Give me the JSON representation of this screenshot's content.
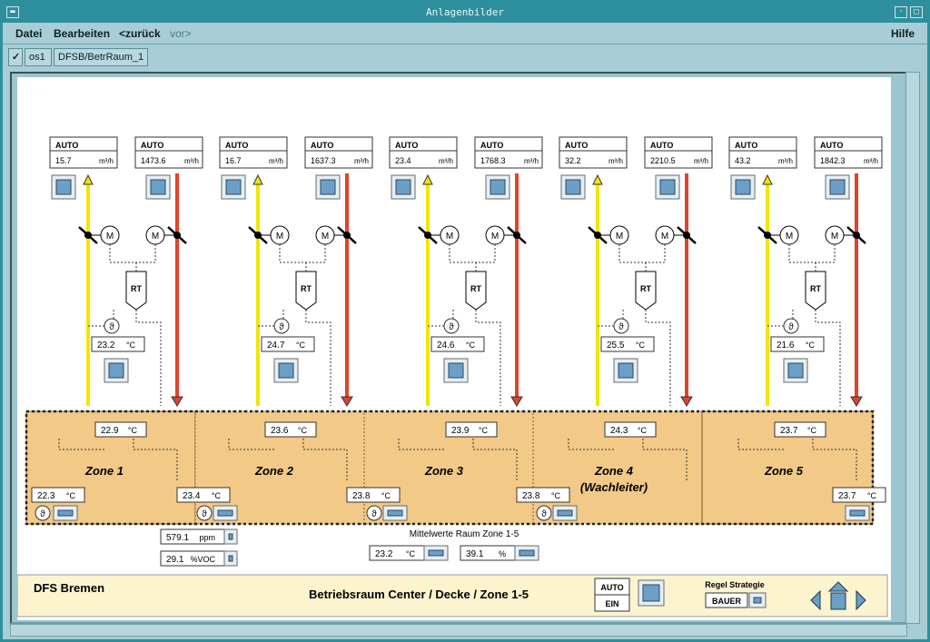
{
  "window": {
    "title": "Anlagenbilder"
  },
  "menu": {
    "datei": "Datei",
    "bearbeiten": "Bearbeiten",
    "zurueck": "<zurück",
    "vor": "vor>",
    "hilfe": "Hilfe"
  },
  "path": {
    "check": "✓",
    "station": "os1",
    "picture": "DFSB/BetrRaum_1"
  },
  "flows": [
    {
      "mode": "AUTO",
      "value": "15.7",
      "unit": "m³/h"
    },
    {
      "mode": "AUTO",
      "value": "1473.6",
      "unit": "m³/h"
    },
    {
      "mode": "AUTO",
      "value": "16.7",
      "unit": "m³/h"
    },
    {
      "mode": "AUTO",
      "value": "1637.3",
      "unit": "m³/h"
    },
    {
      "mode": "AUTO",
      "value": "23.4",
      "unit": "m³/h"
    },
    {
      "mode": "AUTO",
      "value": "1768.3",
      "unit": "m³/h"
    },
    {
      "mode": "AUTO",
      "value": "32.2",
      "unit": "m³/h"
    },
    {
      "mode": "AUTO",
      "value": "2210.5",
      "unit": "m³/h"
    },
    {
      "mode": "AUTO",
      "value": "43.2",
      "unit": "m³/h"
    },
    {
      "mode": "AUTO",
      "value": "1842.3",
      "unit": "m³/h"
    }
  ],
  "motor_label": "M",
  "rt_label": "RT",
  "theta": "ϑ",
  "deg": "°C",
  "supply_temps": [
    "23.2",
    "24.7",
    "24.6",
    "25.5",
    "21.6"
  ],
  "zones": [
    {
      "name": "Zone 1",
      "sub": "",
      "top": "22.9",
      "left": "22.3",
      "right": "23.4"
    },
    {
      "name": "Zone 2",
      "sub": "",
      "top": "23.6",
      "left": "",
      "right": "23.8"
    },
    {
      "name": "Zone 3",
      "sub": "",
      "top": "23.9",
      "left": "",
      "right": "23.8"
    },
    {
      "name": "Zone 4",
      "sub": "(Wachleiter)",
      "top": "24.3",
      "left": "",
      "right": ""
    },
    {
      "name": "Zone 5",
      "sub": "",
      "top": "23.7",
      "left": "",
      "right": "23.7"
    }
  ],
  "air_quality": {
    "ppm": "579.1",
    "ppm_unit": "ppm",
    "voc": "29.1",
    "voc_unit": "%VOC"
  },
  "averages": {
    "label": "Mittelwerte Raum Zone 1-5",
    "temp": "23.2",
    "temp_unit": "°C",
    "hum": "39.1",
    "hum_unit": "%"
  },
  "footer": {
    "site": "DFS Bremen",
    "title": "Betriebsraum Center / Decke / Zone 1-5",
    "mode": "AUTO",
    "state": "EIN",
    "strategy_label": "Regel Strategie",
    "strategy_value": "BAUER"
  },
  "colors": {
    "supply": "#f2e600",
    "return": "#e0432b",
    "zone_fill": "#f2c987",
    "footer_fill": "#fbf4cf",
    "button": "#6c9fc6"
  }
}
